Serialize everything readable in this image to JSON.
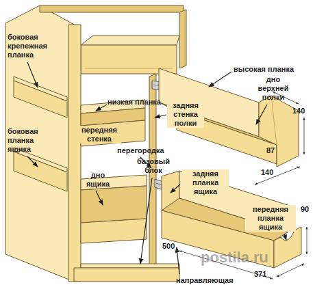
{
  "diagram": {
    "labels": [
      "боковая крепежная планка",
      "высокая планка",
      "дно верхней полки",
      "низкая планка",
      "задняя стенка полки",
      "140",
      "передняя стенка",
      "перегородка",
      "боковая планка ящика",
      "87",
      "140",
      "базовый блок",
      "дно ящика",
      "задняя планка ящика",
      "90",
      "передняя планка ящика",
      "500",
      "371",
      "направляющая",
      "postila.ru"
    ]
  }
}
